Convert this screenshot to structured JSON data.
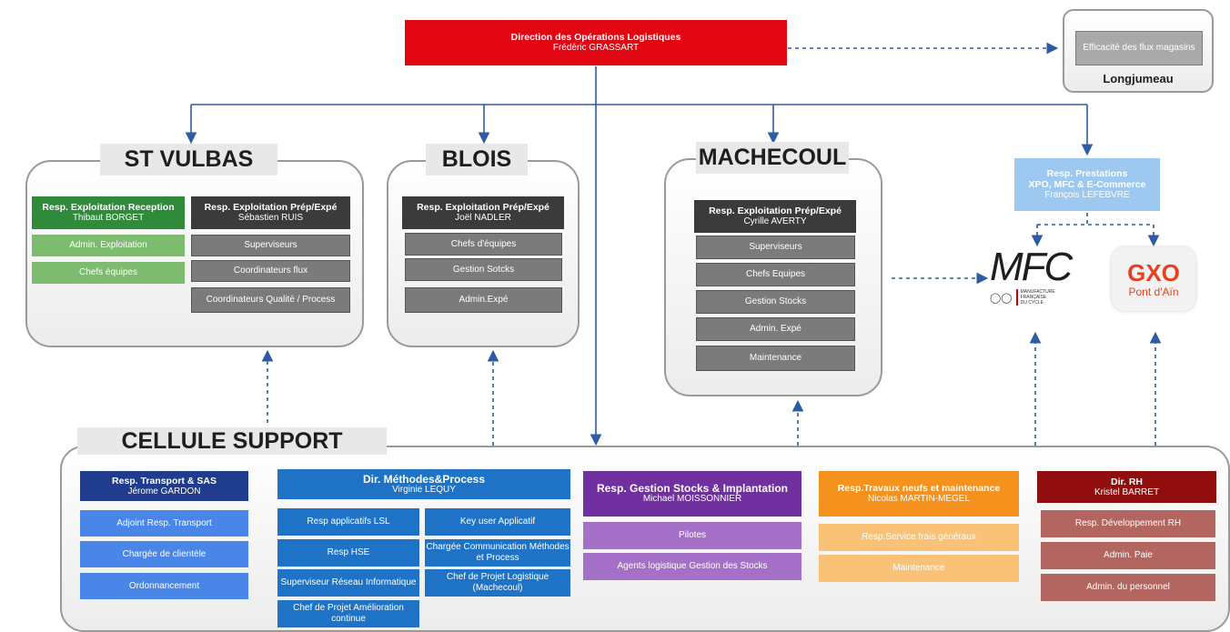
{
  "top": {
    "title": "Direction des Opérations Logistiques",
    "name": "Frédéric GRASSART"
  },
  "longjumeau": {
    "box": "Efficacité des flux magasins",
    "label": "Longjumeau"
  },
  "st_vulbas": {
    "title": "ST VULBAS",
    "reception": {
      "title": "Resp. Exploitation Reception",
      "name": "Thibaut BORGET"
    },
    "reception_items": [
      "Admin. Exploitation",
      "Chefs équipes"
    ],
    "prep": {
      "title": "Resp. Exploitation Prép/Expé",
      "name": "Sébastien RUIS"
    },
    "prep_items": [
      "Superviseurs",
      "Coordinateurs flux",
      "Coordinateurs Qualité / Process"
    ]
  },
  "blois": {
    "title": "BLOIS",
    "head": {
      "title": "Resp. Exploitation Prép/Expé",
      "name": "Joël NADLER"
    },
    "items": [
      "Chefs d'équipes",
      "Gestion Sotcks",
      "Admin.Expé"
    ]
  },
  "machecoul": {
    "title": "MACHECOUL",
    "head": {
      "title": "Resp. Exploitation Prép/Expé",
      "name": "Cyrille AVERTY"
    },
    "items": [
      "Superviseurs",
      "Chefs Equipes",
      "Gestion Stocks",
      "Admin. Expé",
      "Maintenance"
    ]
  },
  "prestations": {
    "line1": "Resp. Prestations",
    "line2": "XPO, MFC  & E-Commerce",
    "name": "François LEFEBVRE"
  },
  "mfc": {
    "logo": "MFC",
    "sub1": "MANUFACTURE",
    "sub2": "FRANÇAISE",
    "sub3": "DU CYCLE"
  },
  "gxo": {
    "logo": "GXO",
    "label": "Pont d'Aïn"
  },
  "support": {
    "title": "CELLULE SUPPORT",
    "transport": {
      "title": "Resp. Transport & SAS",
      "name": "Jérome GARDON",
      "items": [
        "Adjoint Resp. Transport",
        "Chargée de clientèle",
        "Ordonnancement"
      ]
    },
    "methodes": {
      "title": "Dir. Méthodes&Process",
      "name": "Virginie LEQUY",
      "left": [
        "Resp applicatifs LSL",
        "Resp HSE",
        "Superviseur Réseau Informatique",
        "Chef de Projet Amélioration continue"
      ],
      "right": [
        "Key user Applicatif",
        "Chargée Communication Méthodes et Process",
        "Chef de Projet Logistique (Machecoul)"
      ]
    },
    "stocks": {
      "title": "Resp. Gestion Stocks & Implantation",
      "name": "Michael MOISSONNIER",
      "items": [
        "Pilotes",
        "Agents logistique Gestion des Stocks"
      ]
    },
    "travaux": {
      "title": "Resp.Travaux neufs et maintenance",
      "name": "Nicolas MARTIN-MEGEL",
      "items": [
        "Resp.Service frais généraux",
        "Maintenance"
      ]
    },
    "rh": {
      "title": "Dir. RH",
      "name": "Kristel BARRET",
      "items": [
        "Resp. Développement RH",
        "Admin. Paie",
        "Admin. du personnel"
      ]
    }
  },
  "colors": {
    "top": "#e10612",
    "accent_blue": "#2e5aa6",
    "gray": "#7b7b7b"
  }
}
